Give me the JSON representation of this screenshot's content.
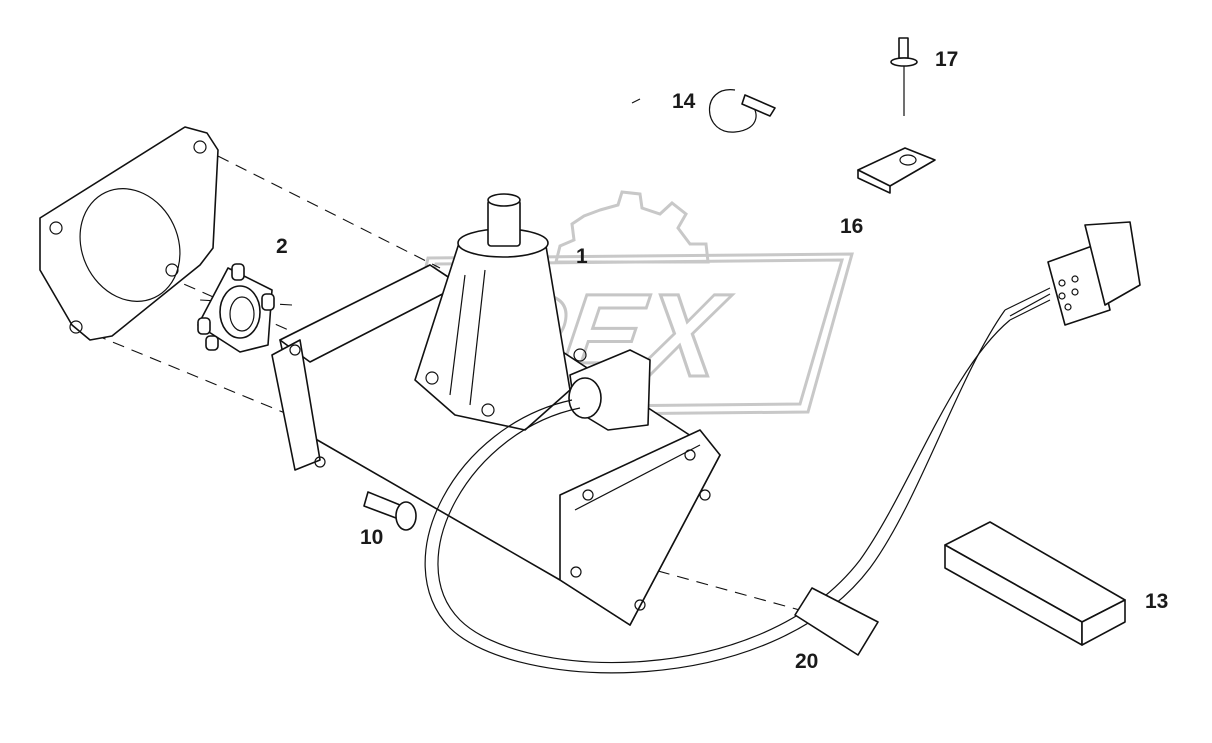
{
  "diagram": {
    "watermark": {
      "text": "OPEX",
      "icon": "gear-logo"
    },
    "callouts": {
      "c1": "1",
      "c2": "2",
      "c10": "10",
      "c13": "13",
      "c14": "14",
      "c16": "16",
      "c17": "17",
      "c20": "20"
    }
  }
}
